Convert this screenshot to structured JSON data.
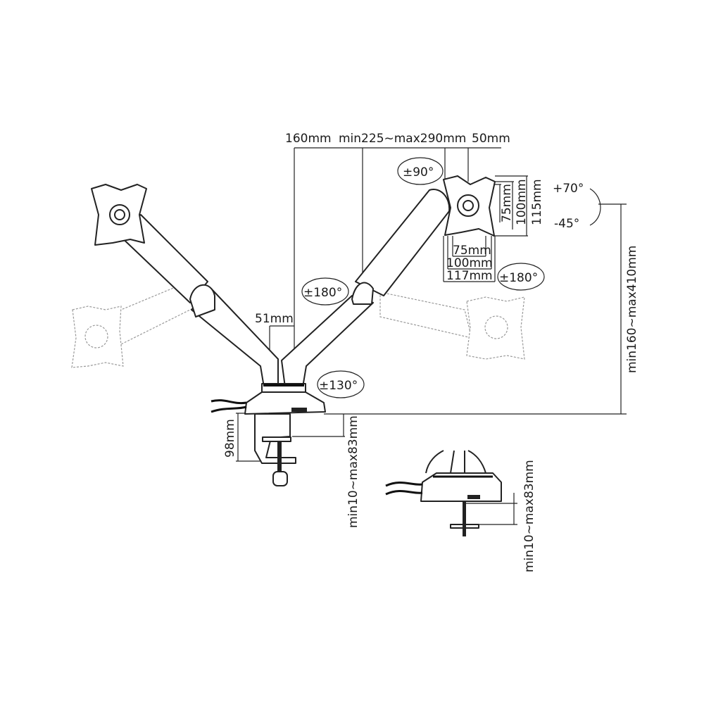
{
  "dimensions": {
    "arm_offset": "160mm",
    "arm_length": "min225~max290mm",
    "plate_offset": "50mm",
    "pole_gap": "51mm",
    "clamp_height": "98mm",
    "clamp_range": "min10~max83mm",
    "clamp_range_grommet": "min10~max83mm",
    "height_range": "min160~max410mm",
    "vesa_v_75": "75mm",
    "vesa_v_100": "100mm",
    "vesa_v_115": "115mm",
    "vesa_h_75": "75mm",
    "vesa_h_100": "100mm",
    "vesa_h_117": "117mm"
  },
  "rotations": {
    "rotation": "±90°",
    "swivel_head": "±180°",
    "swivel_elbow": "±180°",
    "swivel_base": "±130°",
    "tilt_up": "+70°",
    "tilt_down": "-45°"
  }
}
